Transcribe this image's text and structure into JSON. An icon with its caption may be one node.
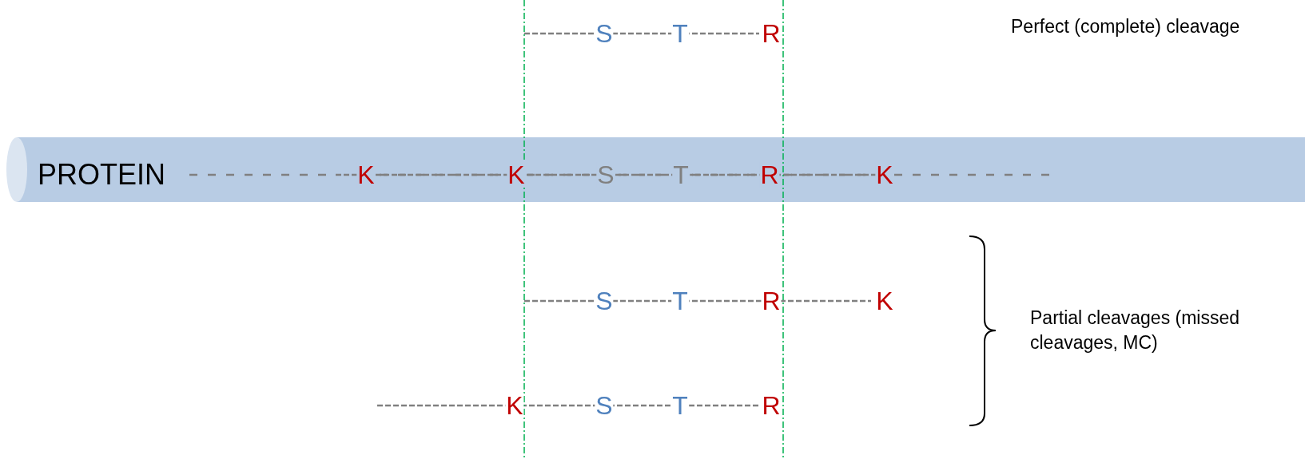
{
  "diagram": {
    "labels": [
      "S",
      "T",
      "R",
      "Perfect (complete) cleavage",
      "PROTEIN",
      "K",
      "K",
      "S",
      "T",
      "R",
      "K",
      "S",
      "T",
      "R",
      "K",
      "Partial cleavages (missed cleavages, MC)",
      "K",
      "S",
      "T",
      "R"
    ]
  }
}
